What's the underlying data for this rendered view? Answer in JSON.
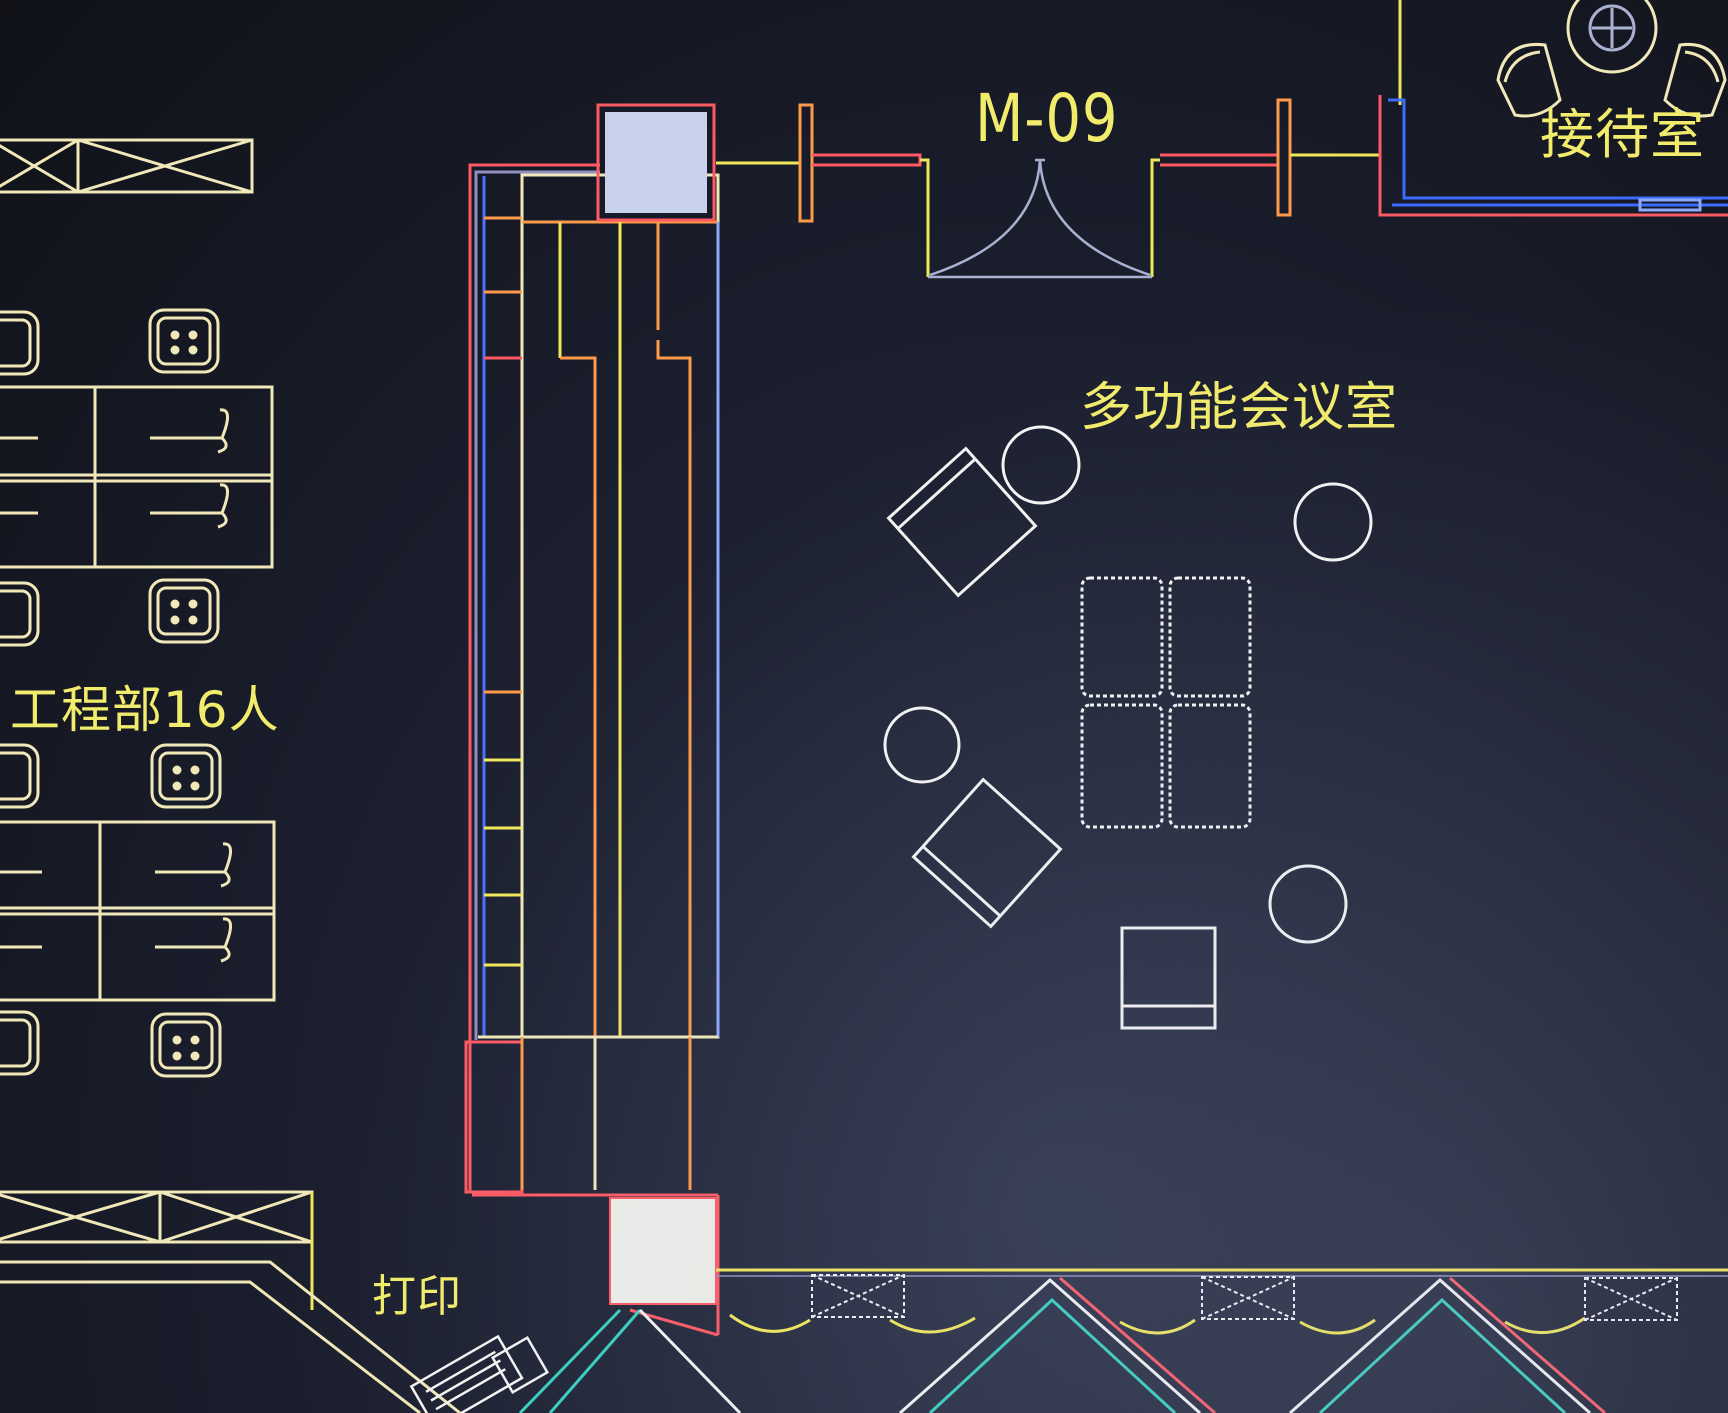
{
  "labels": {
    "door_tag": "M-09",
    "reception_room": "接待室",
    "multifunction_meeting_room": "多功能会议室",
    "engineering_dept": "工程部16人",
    "print_area": "打印"
  },
  "colors": {
    "background": "#14161c",
    "text_yellow": "#f2ec6c",
    "wall_red": "#ff5a64",
    "line_orange": "#ff9a4a",
    "line_yellow": "#f0e85a",
    "line_white": "#f4f4f4",
    "line_blue": "#3a6cff",
    "line_cyan": "#39d0c0",
    "line_cream": "#f0e8b8"
  },
  "icons": [
    "chair-icon",
    "desk-icon",
    "round-table-icon",
    "armchair-icon",
    "door-swing-icon",
    "column-icon",
    "printer-icon"
  ]
}
